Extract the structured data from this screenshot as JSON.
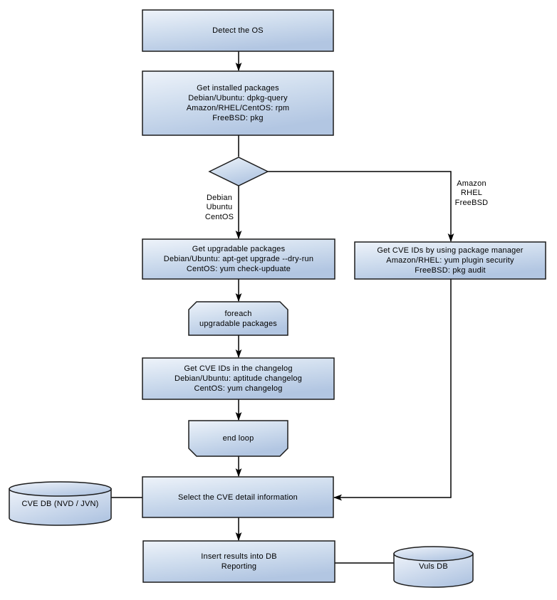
{
  "diagram": {
    "title": "Vuls scan workflow flowchart",
    "background": "#ffffff",
    "colors": {
      "shape_gradient_start": "#eef3fa",
      "shape_gradient_mid": "#cfddee",
      "shape_gradient_end": "#b2c6e2",
      "shape_border": "#1c1c1c",
      "connector": "#000000",
      "text": "#000000"
    },
    "nodes": {
      "detect_os": {
        "type": "process",
        "lines": [
          "Detect the OS"
        ]
      },
      "get_installed": {
        "type": "process",
        "lines": [
          "Get installed packages",
          "Debian/Ubuntu: dpkg-query",
          "Amazon/RHEL/CentOS: rpm",
          "FreeBSD: pkg"
        ]
      },
      "os_decision": {
        "type": "decision",
        "lines": []
      },
      "branch_left_label": {
        "type": "edge-label",
        "lines": [
          "Debian",
          "Ubuntu",
          "CentOS"
        ]
      },
      "branch_right_label": {
        "type": "edge-label",
        "lines": [
          "Amazon",
          "RHEL",
          "FreeBSD"
        ]
      },
      "get_upgradable": {
        "type": "process",
        "lines": [
          "Get upgradable packages",
          "Debian/Ubuntu: apt-get upgrade --dry-run",
          "CentOS: yum check-upduate"
        ]
      },
      "foreach_loop": {
        "type": "loop-start",
        "lines": [
          "foreach",
          "upgradable packages"
        ]
      },
      "get_cve_changelog": {
        "type": "process",
        "lines": [
          "Get CVE IDs in the changelog",
          "Debian/Ubuntu: aptitude changelog",
          "CentOS: yum changelog"
        ]
      },
      "end_loop": {
        "type": "loop-end",
        "lines": [
          "end loop"
        ]
      },
      "get_cve_pkg_manager": {
        "type": "process",
        "lines": [
          "Get CVE IDs by using package manager",
          "Amazon/RHEL: yum plugin security",
          "FreeBSD: pkg audit"
        ]
      },
      "select_cve_detail": {
        "type": "process",
        "lines": [
          "Select the CVE detail information"
        ]
      },
      "insert_results": {
        "type": "process",
        "lines": [
          "Insert results into DB",
          "Reporting"
        ]
      },
      "cve_db": {
        "type": "database",
        "lines": [
          "CVE DB (NVD / JVN)"
        ]
      },
      "vuls_db": {
        "type": "database",
        "lines": [
          "Vuls DB"
        ]
      }
    }
  }
}
